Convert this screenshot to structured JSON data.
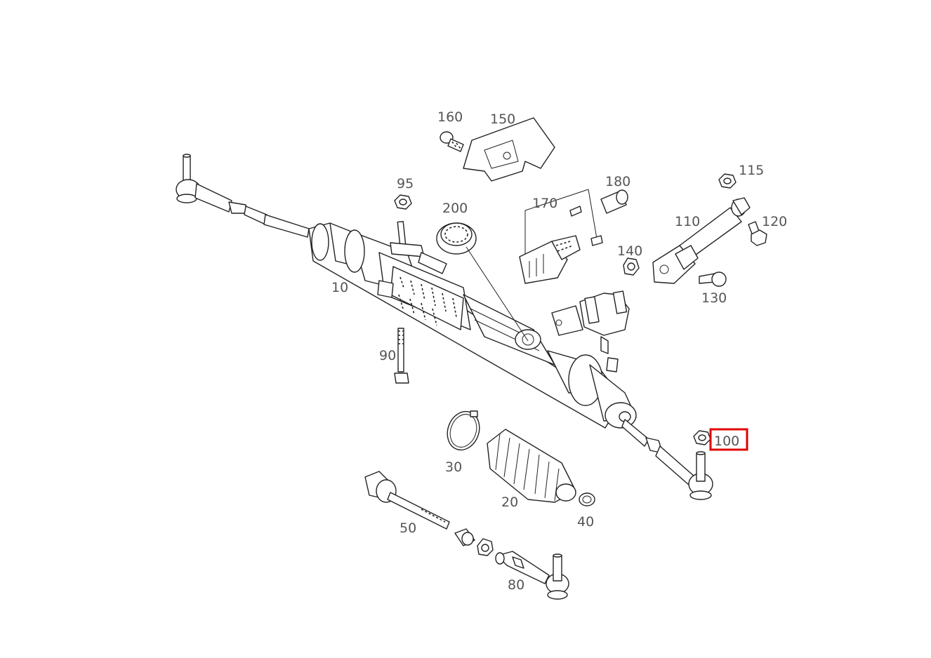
{
  "diagram": {
    "callouts": {
      "c10": "10",
      "c20": "20",
      "c30": "30",
      "c40": "40",
      "c50": "50",
      "c80": "80",
      "c90": "90",
      "c95": "95",
      "c100": "100",
      "c110": "110",
      "c115": "115",
      "c120": "120",
      "c130": "130",
      "c140": "140",
      "c150": "150",
      "c160": "160",
      "c170": "170",
      "c180": "180",
      "c200": "200"
    },
    "highlighted_callout": "100",
    "highlight_color": "#e00000",
    "line_color": "#222222",
    "label_color": "#555555"
  }
}
